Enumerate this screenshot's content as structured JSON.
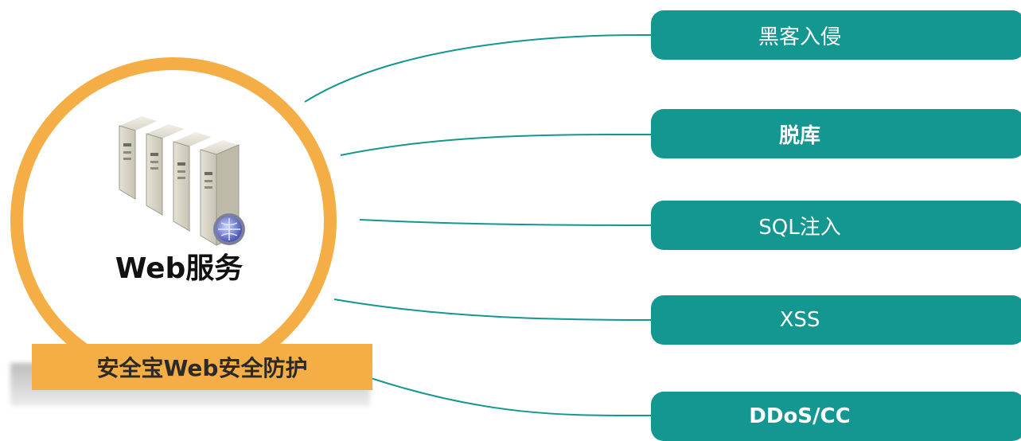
{
  "hub": {
    "title": "Web服务",
    "banner": "安全宝Web安全防护"
  },
  "threats": [
    {
      "label": "黑客入侵",
      "bold": false
    },
    {
      "label": "脱库",
      "bold": true
    },
    {
      "label": "SQL注入",
      "bold": false
    },
    {
      "label": "XSS",
      "bold": false
    },
    {
      "label": "DDoS/CC",
      "bold": true
    }
  ],
  "colors": {
    "hub_ring": "#f4ae45",
    "banner": "#f4ae45",
    "threat_box": "#139790",
    "connector": "#139790"
  },
  "icons": {
    "hub": "server-rack-icon"
  }
}
